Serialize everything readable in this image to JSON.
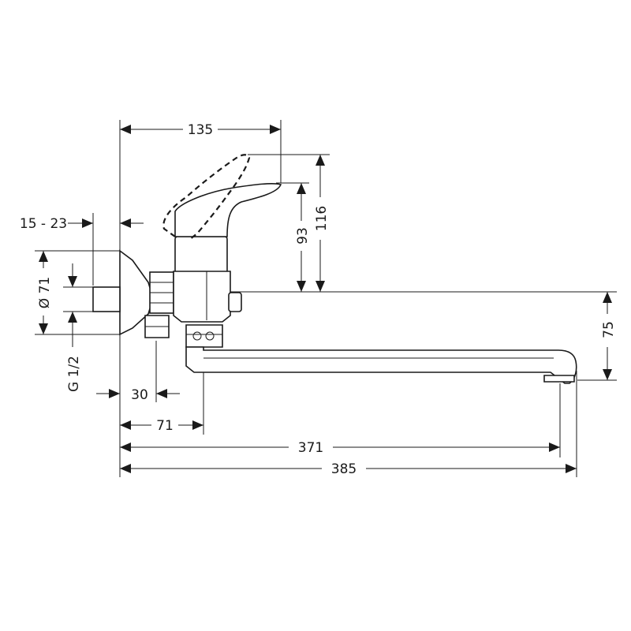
{
  "dimensions": {
    "width_135": "135",
    "height_116": "116",
    "height_93": "93",
    "height_75": "75",
    "wall_15_23": "15 - 23",
    "dia_71": "Ø 71",
    "thread": "G 1/2",
    "offset_30": "30",
    "offset_71": "71",
    "length_371": "371",
    "length_385": "385"
  }
}
